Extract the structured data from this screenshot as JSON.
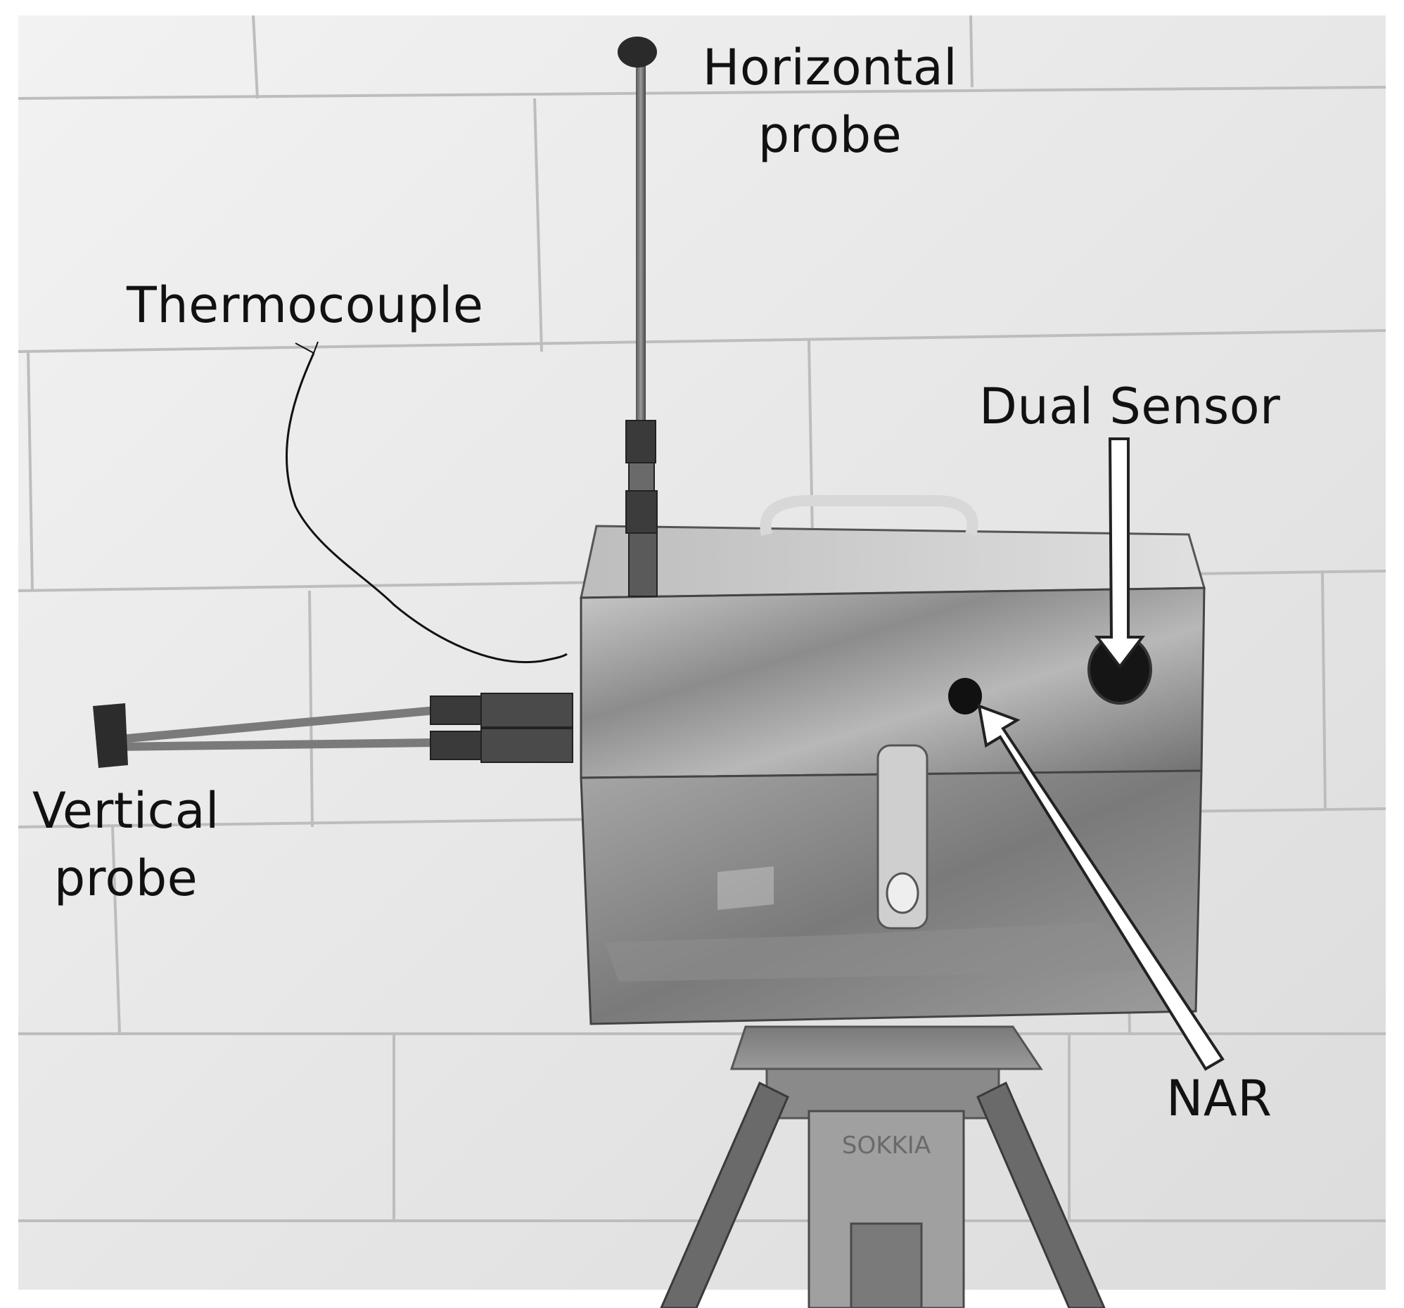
{
  "labels": {
    "horizontal_probe": [
      "Horizontal",
      "probe"
    ],
    "thermocouple": "Thermocouple",
    "dual_sensor": "Dual Sensor",
    "vertical_probe": [
      "Vertical",
      "probe"
    ],
    "nar": "NAR"
  },
  "tripod_brand": "SOKKIA",
  "colors": {
    "background": "#ffffff",
    "wall": "#e6e6e6",
    "mortar": "#bdbdbd",
    "metal_box": "#9a9a9a",
    "arrow_fill": "#ffffff",
    "arrow_stroke": "#222222",
    "text": "#111111"
  }
}
